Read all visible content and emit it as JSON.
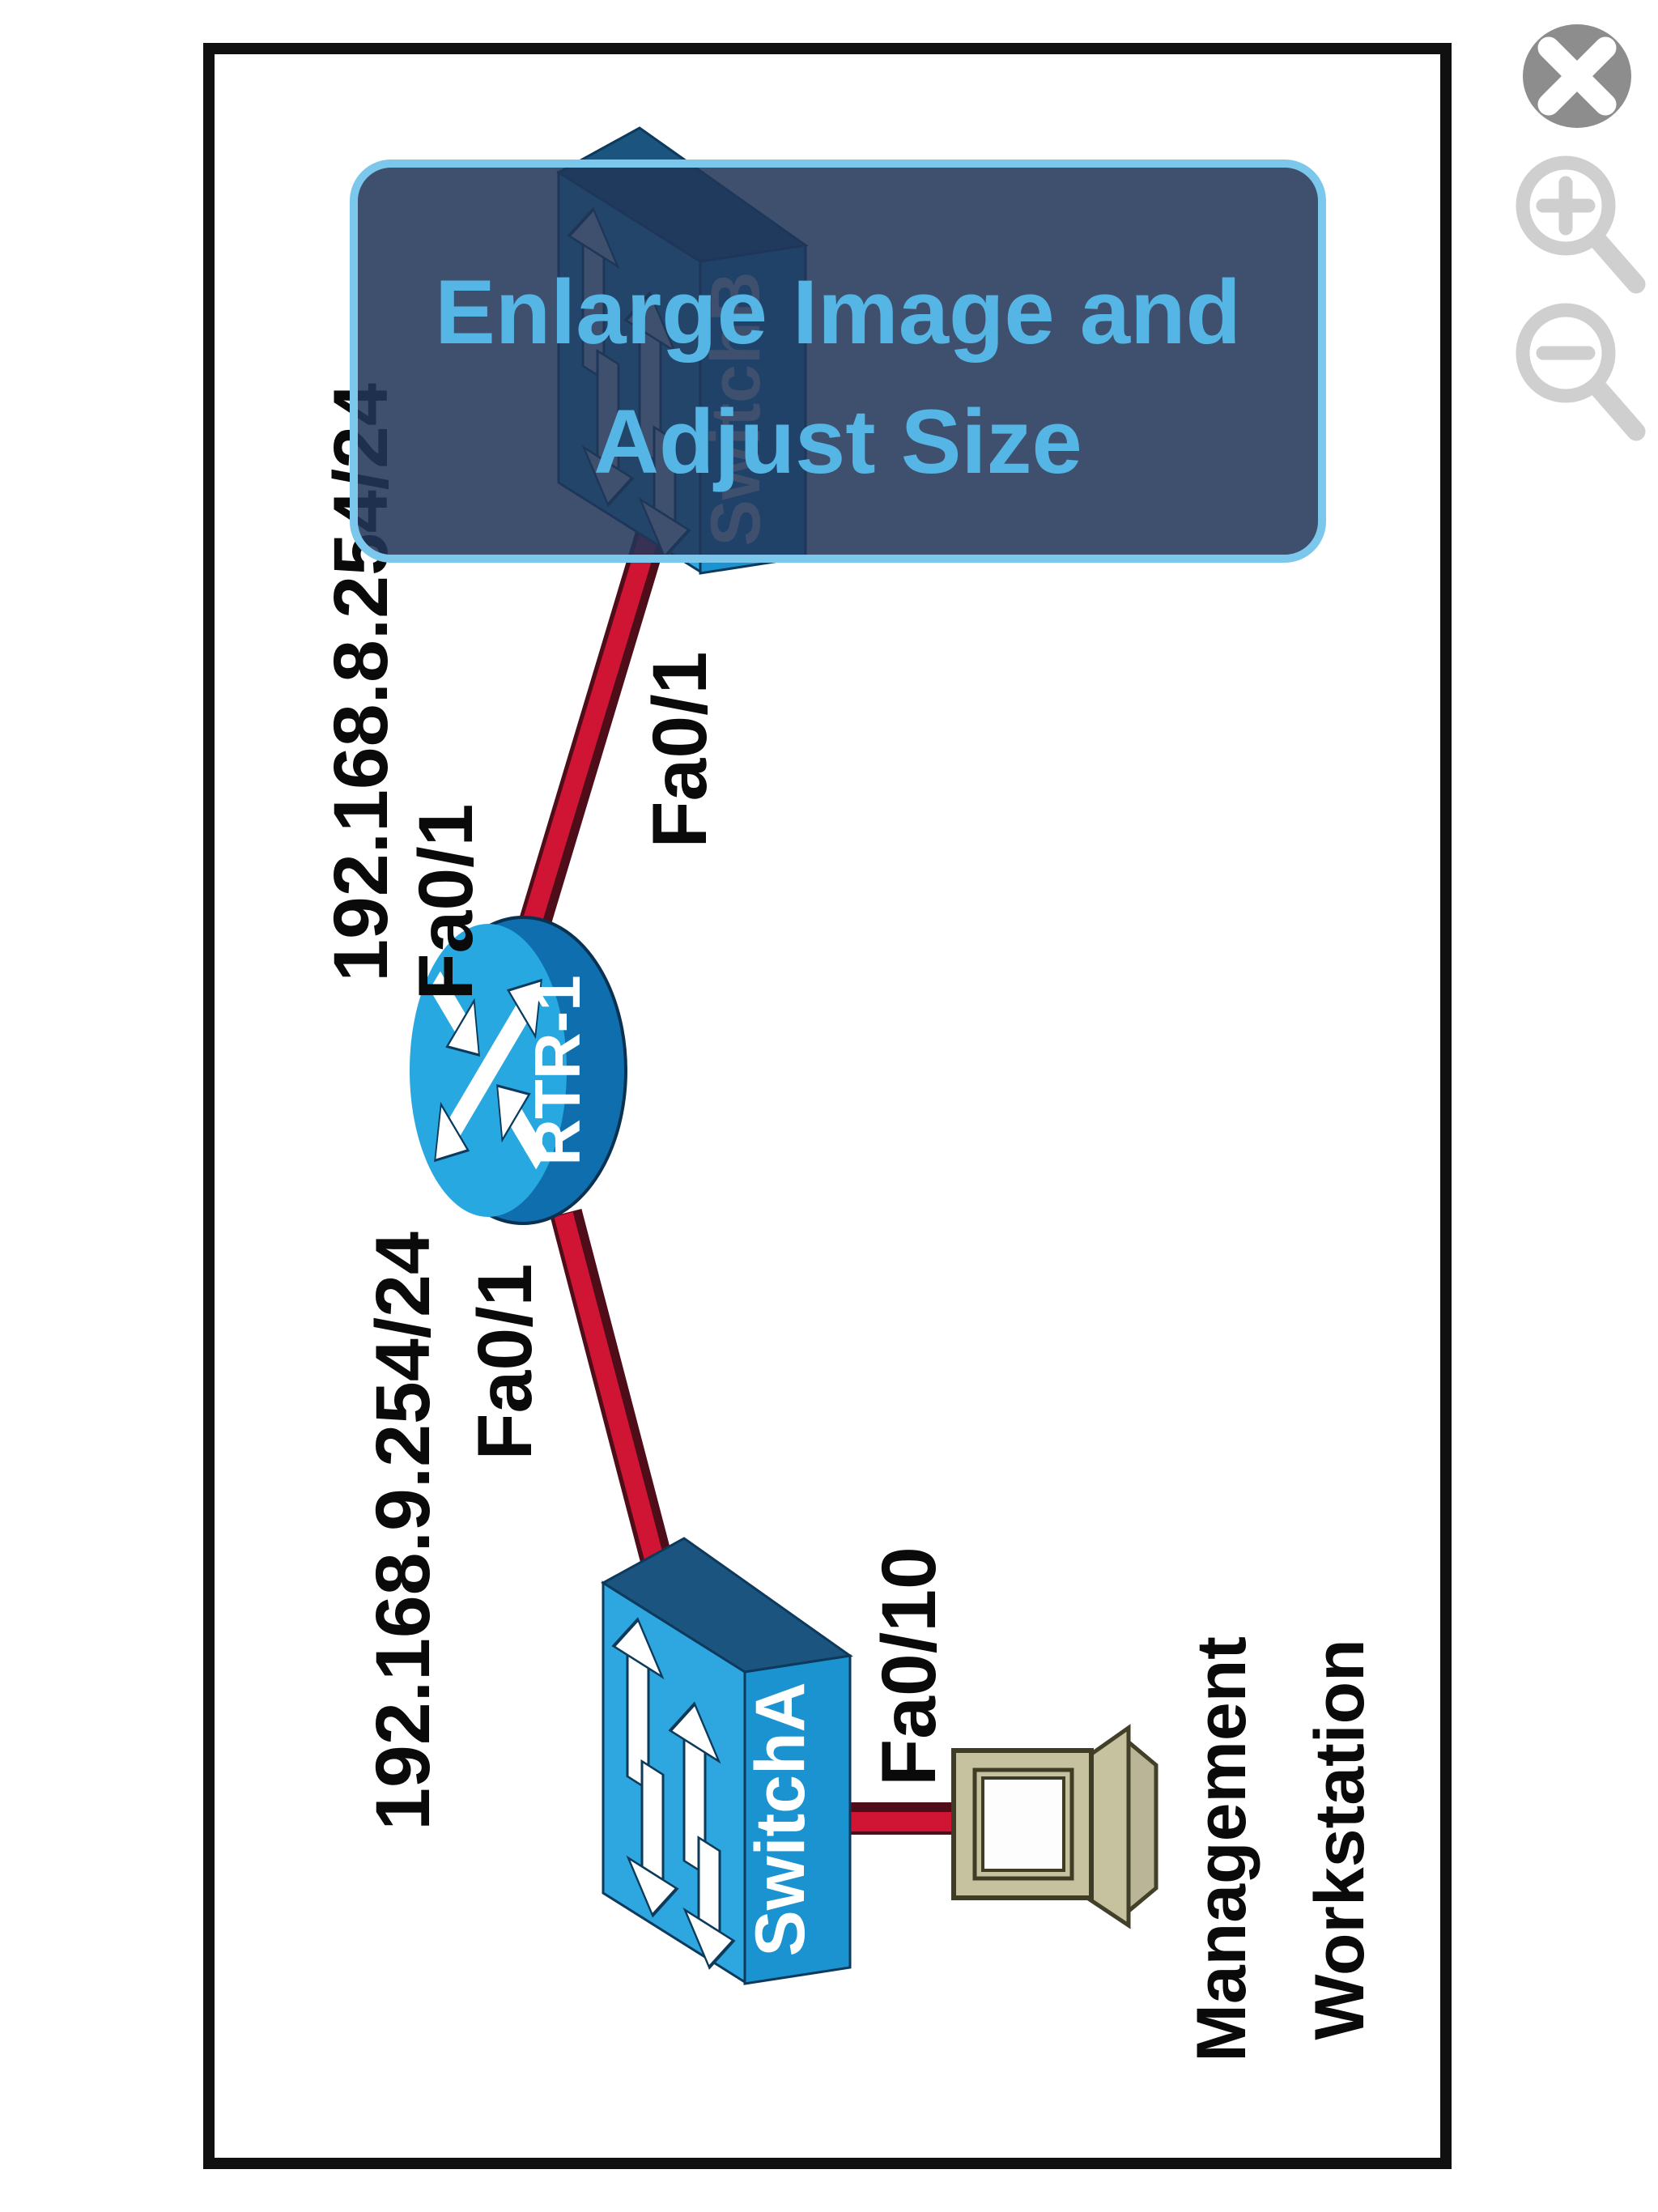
{
  "banner": {
    "line1": "Enlarge Image and",
    "line2": "Adjust Size"
  },
  "viewer_controls": {
    "close_icon": "x-close",
    "zoom_in_icon": "magnifier-plus",
    "zoom_out_icon": "magnifier-minus"
  },
  "diagram": {
    "devices": {
      "switch_b": "SwitchB",
      "router": "RTR-1",
      "switch_a": "SwitchA",
      "workstation": {
        "line1": "Management",
        "line2": "Workstation"
      }
    },
    "labels": {
      "upper_network": "192.168.8.254/24",
      "upper_router_port": "Fa0/1",
      "upper_switch_port": "Fa0/1",
      "lower_network": "192.168.9.254/24",
      "lower_router_port": "Fa0/1",
      "switch_a_access_port": "Fa0/10"
    }
  },
  "colors": {
    "link_red": "#d01434",
    "link_red_dark": "#4f0d1a",
    "cisco_blue_light": "#2ea7e0",
    "cisco_blue_mid": "#1b93d0",
    "cisco_blue_dark": "#1c5480",
    "banner_fill": "#213658",
    "banner_border": "#7cc7ec",
    "banner_text": "#55b5e5",
    "workstation_khaki": "#c6c2a0",
    "control_gray": "#8d8d8d",
    "control_light_gray": "#cfcfcf"
  }
}
